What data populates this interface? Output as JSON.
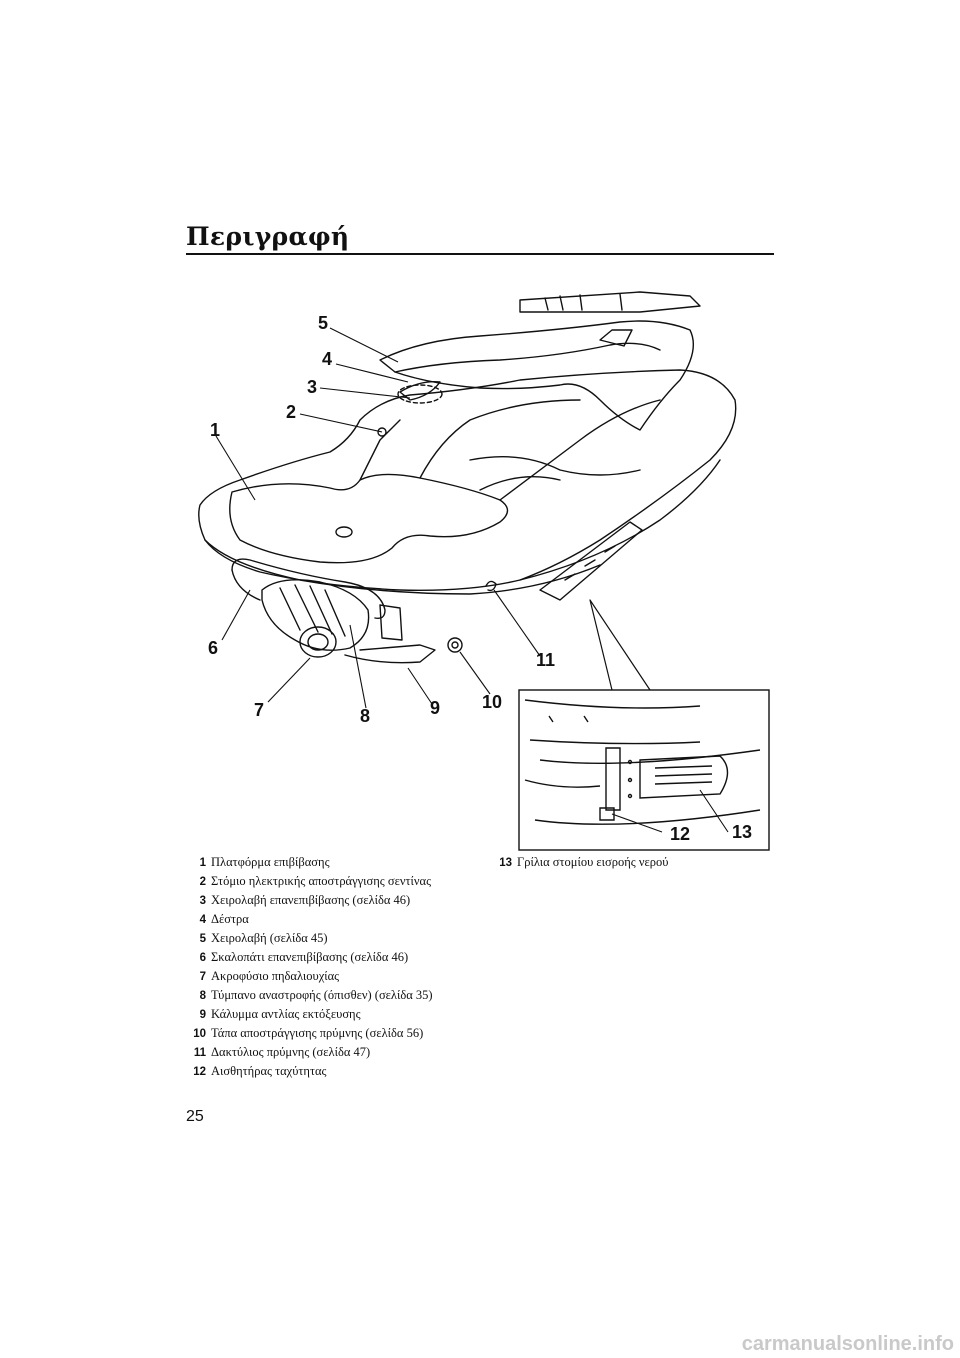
{
  "header": {
    "title": "Περιγραφή"
  },
  "callouts": [
    "1",
    "2",
    "3",
    "4",
    "5",
    "6",
    "7",
    "8",
    "9",
    "10",
    "11",
    "12",
    "13"
  ],
  "legend_left": [
    {
      "num": "1",
      "text": "Πλατφόρμα επιβίβασης"
    },
    {
      "num": "2",
      "text": "Στόμιο ηλεκτρικής αποστράγγισης σεντίνας"
    },
    {
      "num": "3",
      "text": "Χειρολαβή επανεπιβίβασης (σελίδα 46)"
    },
    {
      "num": "4",
      "text": "Δέστρα"
    },
    {
      "num": "5",
      "text": "Χειρολαβή (σελίδα 45)"
    },
    {
      "num": "6",
      "text": "Σκαλοπάτι επανεπιβίβασης (σελίδα 46)"
    },
    {
      "num": "7",
      "text": "Ακροφύσιο πηδαλιουχίας"
    },
    {
      "num": "8",
      "text": "Τύμπανο αναστροφής (όπισθεν) (σελίδα 35)"
    },
    {
      "num": "9",
      "text": "Κάλυμμα αντλίας εκτόξευσης"
    },
    {
      "num": "10",
      "text": "Τάπα αποστράγγισης πρύμνης (σελίδα 56)"
    },
    {
      "num": "11",
      "text": "Δακτύλιος πρύμνης (σελίδα 47)"
    },
    {
      "num": "12",
      "text": "Αισθητήρας ταχύτητας"
    }
  ],
  "legend_right": [
    {
      "num": "13",
      "text": "Γρίλια στομίου εισροής νερού"
    }
  ],
  "footer": {
    "page_number": "25",
    "watermark": "carmanualsonline.info"
  }
}
